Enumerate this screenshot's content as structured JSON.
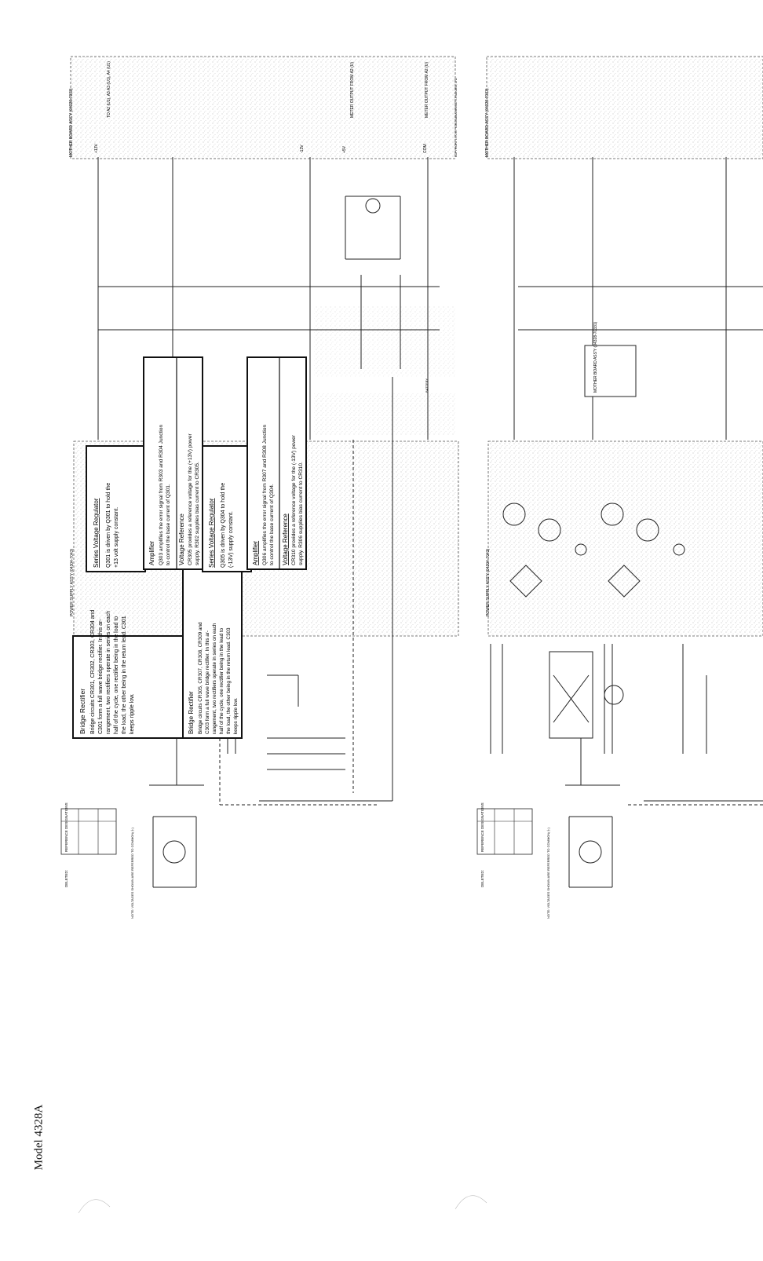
{
  "model": "Model 4328A",
  "left_panel": {
    "motherboard_title": "MOTHER BOARD ASS'Y (04328-7033)",
    "power_supply_title": "POWER SUPPLY ASS'Y (04304-7043)",
    "copyright": "COPYRIGHT 1970 BY YOKOGAWA-HEWLETT-PACKARD, LTD.",
    "ref_header": "REFERENCE DESIGNATIONS",
    "deleted": "DELETED:",
    "note": "NOTE: VOLTAGES SHOWN ARE REFERRED TO COMMON(⏚)",
    "battery": "BATTERY",
    "callouts": {
      "bridge1_title": "Bridge Rectifier",
      "bridge1_lines": [
        "Bridge circuits CR301, CR302, CR303, CR304 and",
        "C301 form a full wave bridge rectifier. In this ar-",
        "rangement, two rectifiers operate in series on each",
        "half of the cycle, one rectifier being in the load to",
        "the load, the other being in the return lead. C301",
        "keeps ripple low."
      ],
      "bridge2_title": "Bridge Rectifier",
      "bridge2_lines": [
        "Bridge circuits CR305, CR307, CR308, CR309 and",
        "C303 form a full wave bridge rectifier. In this ar-",
        "rangement, two rectifiers operate in series on each",
        "half of the cycle, one rectifier being in the lead to",
        "the load, the other being in the return lead. C303",
        "keeps ripple low."
      ],
      "svr1_title": "Series Voltage Regulator",
      "svr1_lines": [
        "Q301 is driven by Q301 to hold the",
        "+13 volt supply constant."
      ],
      "amp1_title": "Amplifier",
      "amp1_lines": [
        "Q303 amplifies the error signal from R303 and R304 Junction",
        "to control the base current of Q301."
      ],
      "vref1_title": "Voltage Reference",
      "vref1_lines": [
        "CR305 provides a reference voltage for the (+13V) power",
        "supply. R302 supplies bias current to CR305."
      ],
      "svr2_title": "Series Voltage Regulator",
      "svr2_lines": [
        "Q305 is driven by Q304 to hold the",
        "(-13V) supply constant."
      ],
      "amp2_title": "Amplifier",
      "amp2_lines": [
        "Q306 amplifies the error signal from R307 and R308 Junction",
        "to control the base current of Q304."
      ],
      "vref2_title": "Voltage Reference",
      "vref2_lines": [
        "CR310 provides a reference voltage for the (-13V) power",
        "supply. R306 supplies bias current to CR310."
      ]
    },
    "rails": [
      "+13V",
      "-13V",
      "+5V",
      "COM"
    ],
    "outputs": [
      "TO A2 (U1), A3 A3 (U1), A4 (U1)",
      "METER OUTPUT FROM A2 (U)",
      "METER OUTPUT FROM A2 (U)"
    ]
  },
  "right_panel": {
    "motherboard_title": "MOTHER BOARD ASS'Y (04328-7033)",
    "power_supply_title": "POWER SUPPLY ASS'Y (04304-7043)",
    "inset_title": "MOTHER BOARD ASS'Y (04328-70331)",
    "ref_header": "REFERENCE DESIGNATIONS",
    "deleted": "DELETED:",
    "note": "NOTE: VOLTAGES SHOWN ARE REFERRED TO COMMON(⏚)"
  }
}
